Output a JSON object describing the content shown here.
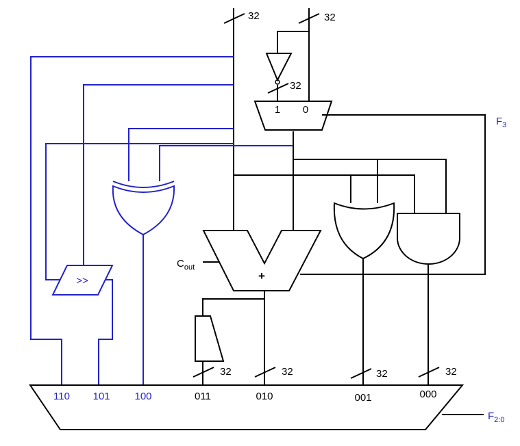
{
  "bus_widths": {
    "input_a": "32",
    "input_b": "32",
    "inverter_out": "32",
    "sltu_out": "32",
    "adder_out": "32",
    "or_out": "32",
    "and_out": "32"
  },
  "mux_b": {
    "in1": "1",
    "in0": "0"
  },
  "control": {
    "f3": "F",
    "f3_sub": "3",
    "f20": "F",
    "f20_sub": "2:0"
  },
  "cout": {
    "main": "C",
    "sub": "out"
  },
  "adder_symbol": "+",
  "shifter_symbol": ">>",
  "mux_out": {
    "sel_110": "110",
    "sel_101": "101",
    "sel_100": "100",
    "sel_011": "011",
    "sel_010": "010",
    "sel_001": "001",
    "sel_000": "000"
  },
  "colors": {
    "wire": "#000000",
    "extension_wire": "#2222cc"
  }
}
